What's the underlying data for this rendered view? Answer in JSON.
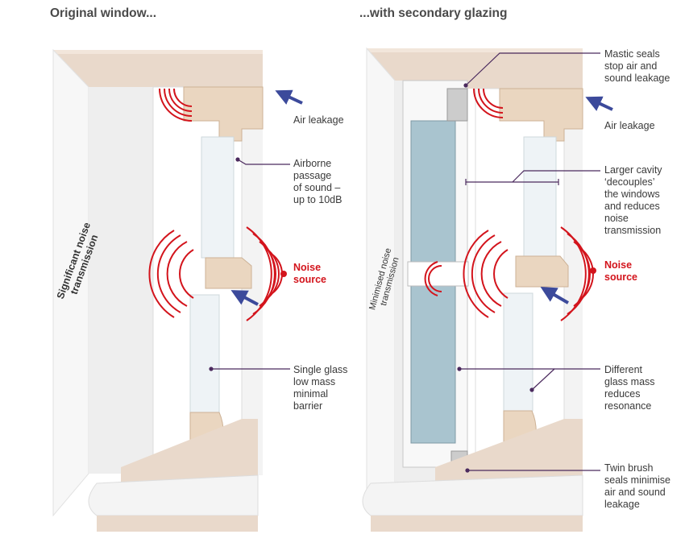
{
  "colors": {
    "stone": "#e9d9cb",
    "stone_dark": "#d9c3b0",
    "timber": "#ead6c0",
    "timber_dark": "#cdb296",
    "wall": "#f6f6f6",
    "wall_shade": "#e4e4e4",
    "glass": "#eef3f6",
    "glass_secondary": "#a9c4cf",
    "sound_wave": "#d3141c",
    "air_arrow": "#3c4a9b",
    "callout_line": "#4b2a5e"
  },
  "left_panel": {
    "title": "Original window...",
    "side_text": [
      "Significant noise",
      "transmission"
    ],
    "labels": {
      "air_leakage": "Air leakage",
      "airborne": [
        "Airborne",
        "passage",
        "of sound –",
        "up to 10dB"
      ],
      "noise_source": [
        "Noise",
        "source"
      ],
      "single_glass": [
        "Single glass",
        "low mass",
        "minimal",
        "barrier"
      ]
    }
  },
  "right_panel": {
    "title": "...with secondary glazing",
    "side_text": [
      "Minimised noise",
      "transmission"
    ],
    "labels": {
      "mastic": [
        "Mastic seals",
        "stop air and",
        "sound leakage"
      ],
      "air_leakage": "Air leakage",
      "cavity": [
        "Larger cavity",
        "‘decouples’",
        "the windows",
        "and reduces",
        "noise",
        "transmission"
      ],
      "noise_source": [
        "Noise",
        "source"
      ],
      "glass_mass": [
        "Different",
        "glass mass",
        "reduces",
        "resonance"
      ],
      "brush_seals": [
        "Twin brush",
        "seals minimise",
        "air and sound",
        "leakage"
      ]
    }
  }
}
